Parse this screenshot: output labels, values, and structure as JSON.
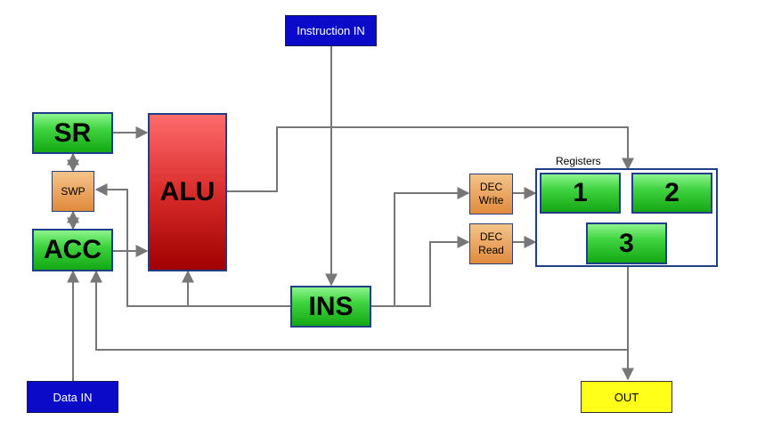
{
  "blocks": {
    "instruction_in": "Instruction IN",
    "sr": "SR",
    "swp": "SWP",
    "acc": "ACC",
    "alu": "ALU",
    "ins": "INS",
    "dec_write": [
      "DEC",
      "Write"
    ],
    "dec_read": [
      "DEC",
      "Read"
    ],
    "reg1": "1",
    "reg2": "2",
    "reg3": "3",
    "data_in": "Data IN",
    "out": "OUT"
  },
  "registers_label": "Registers",
  "colors": {
    "line": "#777777",
    "border": "#1f3f87",
    "green": "#3fd43f",
    "blue": "#0a0ac8",
    "orange": "#e08a3c",
    "yellow": "#ffff1a",
    "red": "#d92c2c"
  }
}
